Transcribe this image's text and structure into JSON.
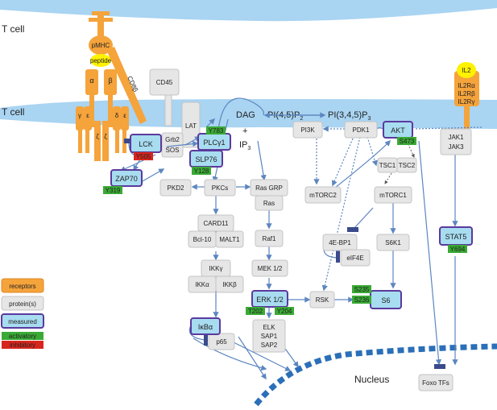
{
  "cells": {
    "top": "T cell",
    "bottom": "T cell"
  },
  "nucleus": "Nucleus",
  "legend": {
    "receptors": "receptors",
    "proteins": "protein(s)",
    "measured": "measured",
    "activatory": "activatory",
    "inhibitory": "inhibitory"
  },
  "receptors": {
    "pmhc": "pMHC",
    "peptide": "peptide",
    "cd8b": "CD8β",
    "alpha": "α",
    "beta": "β",
    "gamma": "γ",
    "eps1": "ε",
    "delta": "δ",
    "eps2": "ε",
    "zeta1": "ζ",
    "zeta2": "ζ",
    "il2": "IL2",
    "il2ra": "IL2Rα",
    "il2rb": "IL2Rβ",
    "il2rg": "IL2Rγ"
  },
  "lipids": {
    "dag": "DAG",
    "pip2": "PI(4,5)P",
    "pip2_sub": "2",
    "pip3": "PI(3,4,5)P",
    "pip3_sub": "3",
    "plus": "+",
    "ip": "IP",
    "ip_sub": "3"
  },
  "proteins": {
    "cd45": "CD45",
    "lat": "LAT",
    "grb2": "Grb2",
    "sos": "SOS",
    "pi3k": "PI3K",
    "pdk1": "PDK1",
    "jak1": "JAK1",
    "jak3": "JAK3",
    "tsc1": "TSC1",
    "tsc2": "TSC2",
    "mtorc2": "mTORC2",
    "mtorc1": "mTORC1",
    "pkd2": "PKD2",
    "pkcs": "PKCs",
    "rasgrp": "Ras GRP",
    "ras": "Ras",
    "card11": "CARD11",
    "bcl10": "Bcl-10",
    "malt1": "MALT1",
    "ikkg": "IKKγ",
    "ikka": "IKKα",
    "ikkb": "IKKβ",
    "raf1": "Raf1",
    "mek": "MEK 1/2",
    "eif4ebp1": "4E-BP1",
    "eif4e": "eIF4E",
    "s6k1": "S6K1",
    "rsk": "RSK",
    "elk": "ELK",
    "sap1": "SAP1",
    "sap2": "SAP2",
    "p65": "p65",
    "foxo": "Foxo TFs"
  },
  "measured": {
    "lck": "LCK",
    "zap70": "ZAP70",
    "plcg1": "PLCγ1",
    "slp76": "SLP76",
    "akt": "AKT",
    "erk": "ERK 1/2",
    "s6": "S6",
    "ikba": "IκBα",
    "stat5": "STAT5"
  },
  "sites": {
    "y505": "Y505",
    "y319": "Y319",
    "y783": "Y783",
    "y128": "Y128",
    "s473": "S473",
    "t202": "T202",
    "y204": "Y204",
    "s235": "S235",
    "s236": "S236",
    "y694": "Y694"
  },
  "colors": {
    "membrane": "#a9d4f2",
    "receptor": "#f5a33b",
    "receptor_stroke": "#e0892a",
    "peptide": "#fff200",
    "protein_fill": "#e6e6e6",
    "protein_stroke": "#c4c4c4",
    "measured_fill": "#a8dcf0",
    "measured_stroke": "#5b3a9e",
    "activatory": "#3aaa35",
    "inhibitory": "#d7261e",
    "arrow": "#5c86c0",
    "inhibit_bar": "#3a4a8c",
    "nucleus": "#2b6fb8"
  }
}
